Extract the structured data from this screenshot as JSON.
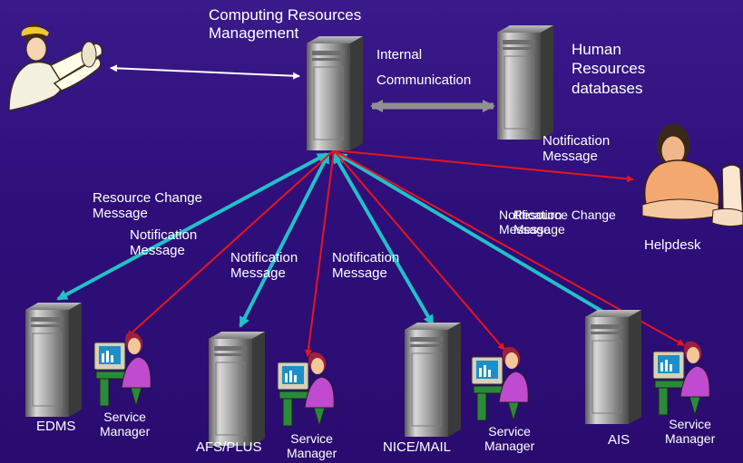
{
  "central": {
    "title_line1": "Computing Resources",
    "title_line2": "Management"
  },
  "hr": {
    "line1": "Human",
    "line2": "Resources",
    "line3": "databases"
  },
  "internal": {
    "line1": "Internal",
    "line2": "Communication"
  },
  "helpdesk": {
    "label": "Helpdesk"
  },
  "messages": {
    "notif_helpdesk": [
      "Notification",
      "Message"
    ],
    "resource_change": [
      "Resource Change",
      "Message"
    ],
    "notif_edms": [
      "Notification",
      "Message"
    ],
    "notif_afs": [
      "Notification",
      "Message"
    ],
    "notif_nice": [
      "Notification",
      "Message"
    ],
    "overlap_a": [
      "Notification",
      "Message"
    ],
    "overlap_b": [
      "Resource Change",
      "Message"
    ]
  },
  "systems": [
    {
      "name": "EDMS",
      "manager": [
        "Service",
        "Manager"
      ]
    },
    {
      "name": "AFS/PLUS",
      "manager": [
        "Service",
        "Manager"
      ]
    },
    {
      "name": "NICE/MAIL",
      "manager": [
        "Service",
        "Manager"
      ]
    },
    {
      "name": "AIS",
      "manager": [
        "Service",
        "Manager"
      ]
    }
  ],
  "colors": {
    "background": "#2e0f7a",
    "notification_arrow": "#e8141e",
    "resource_arrow": "#22c0c8",
    "internal_arrow": "#909090"
  }
}
